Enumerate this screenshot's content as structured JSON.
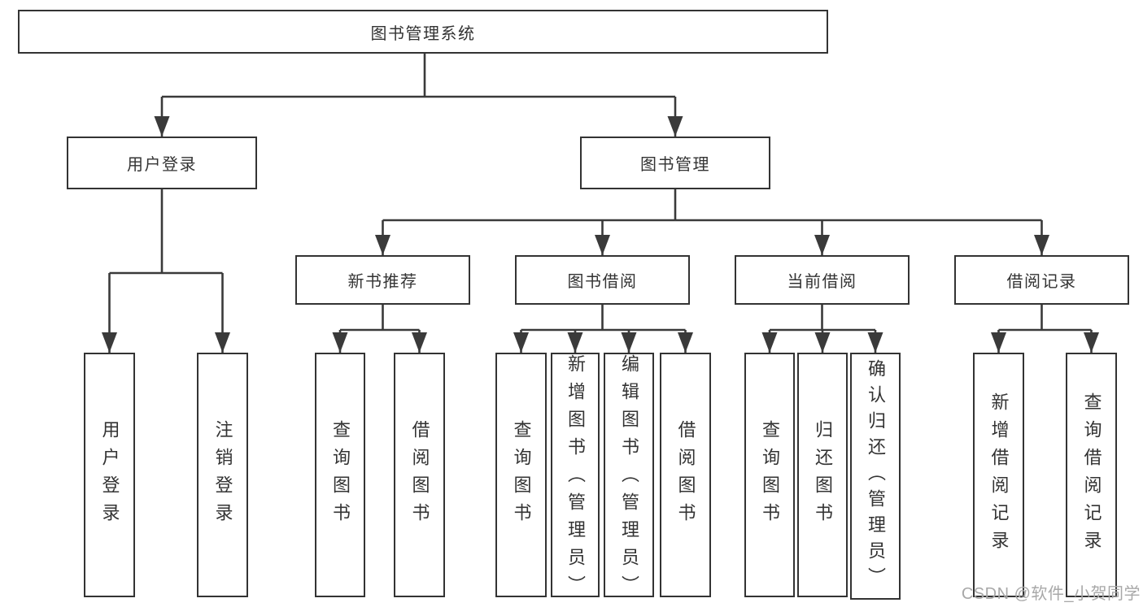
{
  "tree": {
    "label": "图书管理系统",
    "children": [
      {
        "label": "用户登录",
        "children": [
          {
            "label": "用户登录"
          },
          {
            "label": "注销登录"
          }
        ]
      },
      {
        "label": "图书管理",
        "children": [
          {
            "label": "新书推荐",
            "children": [
              {
                "label": "查询图书"
              },
              {
                "label": "借阅图书"
              }
            ]
          },
          {
            "label": "图书借阅",
            "children": [
              {
                "label": "查询图书"
              },
              {
                "label": "新增图书（管理员）"
              },
              {
                "label": "编辑图书（管理员）"
              },
              {
                "label": "借阅图书"
              }
            ]
          },
          {
            "label": "当前借阅",
            "children": [
              {
                "label": "查询图书"
              },
              {
                "label": "归还图书"
              },
              {
                "label": "确认归还（管理员）"
              }
            ]
          },
          {
            "label": "借阅记录",
            "children": [
              {
                "label": "新增借阅记录"
              },
              {
                "label": "查询借阅记录"
              }
            ]
          }
        ]
      }
    ]
  },
  "watermark": {
    "text": "CSDN @软件_小贺同学"
  },
  "colors": {
    "line": "#3a3a3a",
    "border": "#333333",
    "text": "#333333",
    "watermark": "#a8a8a8",
    "background": "#ffffff"
  }
}
